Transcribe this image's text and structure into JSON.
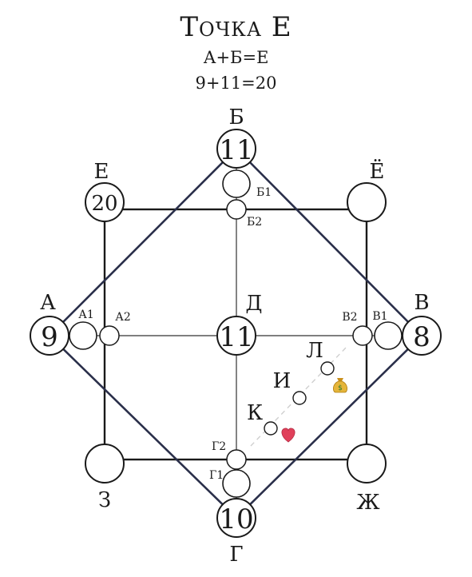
{
  "header": {
    "title": "Точка Е",
    "formula_letters": "А+Б=Е",
    "formula_numbers": "9+11=20"
  },
  "points": {
    "A": {
      "name": "А",
      "value": "9"
    },
    "B": {
      "name": "Б",
      "value": "11"
    },
    "V": {
      "name": "В",
      "value": "8"
    },
    "G": {
      "name": "Г",
      "value": "10"
    },
    "D": {
      "name": "Д",
      "value": "11"
    },
    "E": {
      "name": "Е",
      "value": "20"
    },
    "YO": {
      "name": "Ё",
      "value": ""
    },
    "ZH": {
      "name": "Ж",
      "value": ""
    },
    "Z": {
      "name": "З",
      "value": ""
    }
  },
  "sub_points": {
    "A1": "А1",
    "A2": "А2",
    "B1": "Б1",
    "B2": "Б2",
    "V1": "В1",
    "V2": "В2",
    "G1": "Г1",
    "G2": "Г2",
    "K": "К",
    "I": "И",
    "L": "Л"
  },
  "icons": {
    "money": "money-bag-icon",
    "heart": "heart-icon"
  },
  "colors": {
    "diamond": "#2a2f4a",
    "square": "#1a1a1a",
    "guide": "#cfcfcf",
    "heart": "#e0405a",
    "money": "#d8a322"
  }
}
